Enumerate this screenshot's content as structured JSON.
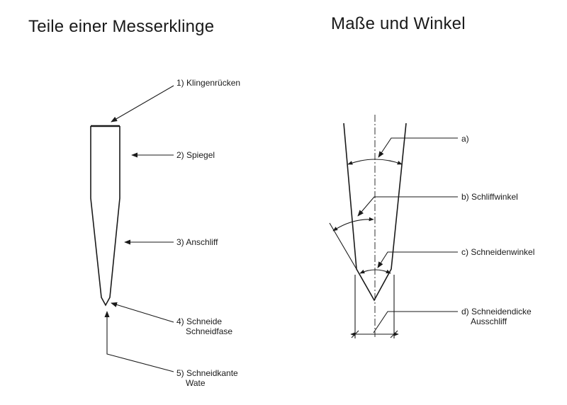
{
  "left_panel": {
    "title": "Teile einer Messerklinge",
    "labels": {
      "klingenruecken": "1) Klingenrücken",
      "spiegel": "2) Spiegel",
      "anschliff": "3) Anschliff",
      "schneide_1": "4) Schneide",
      "schneide_2": "Schneidfase",
      "schneidkante_1": "5) Schneidkante",
      "schneidkante_2": "Wate"
    }
  },
  "right_panel": {
    "title": "Maße und Winkel",
    "labels": {
      "a": "a)",
      "schliffwinkel": "b) Schliffwinkel",
      "schneidenwinkel": "c) Schneidenwinkel",
      "schneidendicke_1": "d) Schneidendicke",
      "schneidendicke_2": "Ausschliff"
    }
  },
  "colors": {
    "line": "#1a1a1a",
    "background": "#ffffff"
  }
}
